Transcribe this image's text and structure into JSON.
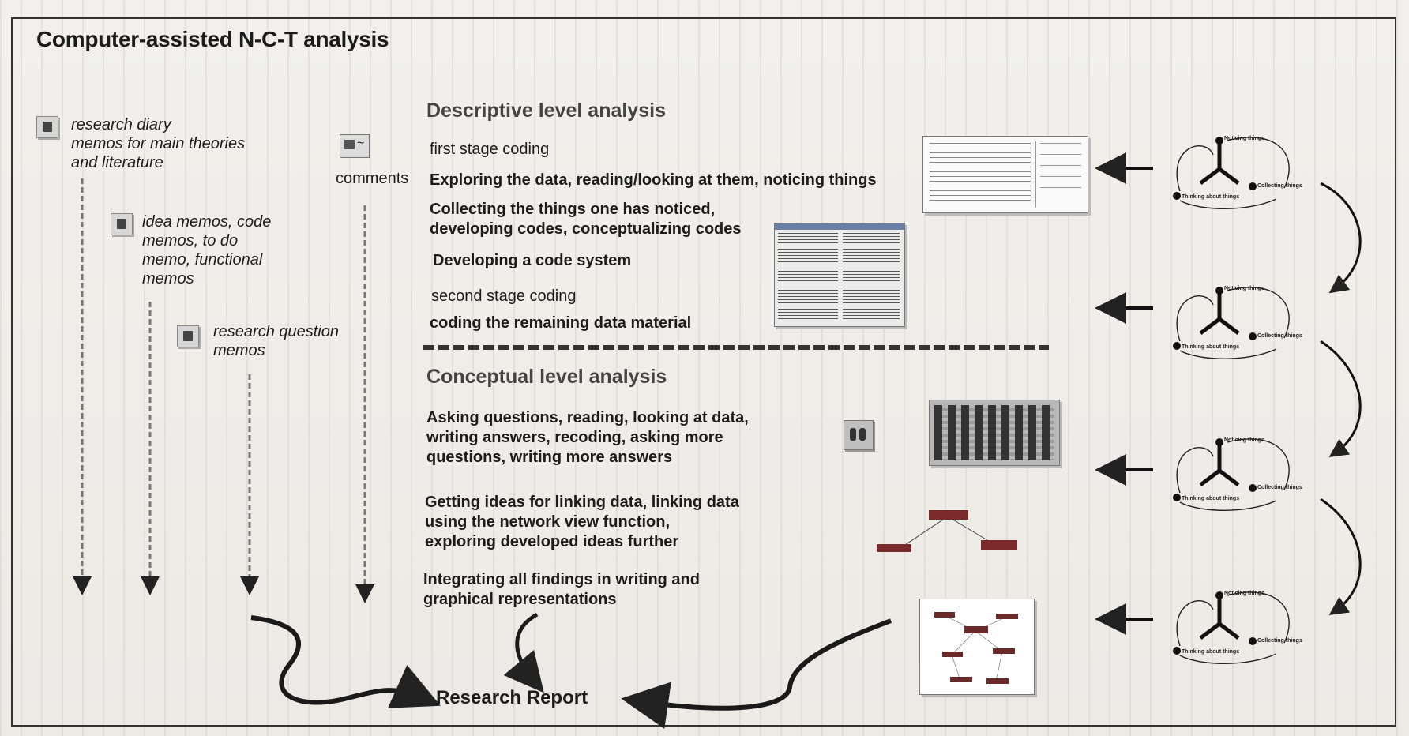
{
  "title": "Computer-assisted N-C-T analysis",
  "memos": {
    "research_diary": "research diary memos for main theories and literature",
    "research_diary_lines": [
      "research diary",
      "memos for main theories",
      "and literature"
    ],
    "idea_memos_lines": [
      "idea memos, code",
      "memos, to do",
      "memo, functional",
      "memos"
    ],
    "research_question_lines": [
      "research question",
      "memos"
    ],
    "comments": "comments"
  },
  "descriptive": {
    "title": "Descriptive level analysis",
    "first_stage": "first stage coding",
    "explore": "Exploring the data, reading/looking at them, noticing things",
    "collect_lines": [
      "Collecting the things one has noticed,",
      "developing codes, conceptualizing codes"
    ],
    "code_system": "Developing a code system",
    "second_stage": "second stage coding",
    "remaining": "coding the remaining data material"
  },
  "conceptual": {
    "title": "Conceptual level analysis",
    "asking_lines": [
      "Asking questions, reading, looking at data,",
      "writing answers, recoding, asking more",
      "questions, writing more answers"
    ],
    "linking_lines": [
      "Getting ideas for linking data, linking data",
      "using the network view function,",
      "exploring developed ideas further"
    ],
    "integrating_lines": [
      "Integrating all findings in writing and",
      "graphical representations"
    ]
  },
  "report": "Research Report",
  "cycle": {
    "noticing": "Noticing things",
    "collecting": "Collecting things",
    "thinking": "Thinking about things"
  },
  "colors": {
    "ink": "#1c1c1c",
    "heading_grey": "#444444",
    "paper": "#f1f0ec"
  }
}
